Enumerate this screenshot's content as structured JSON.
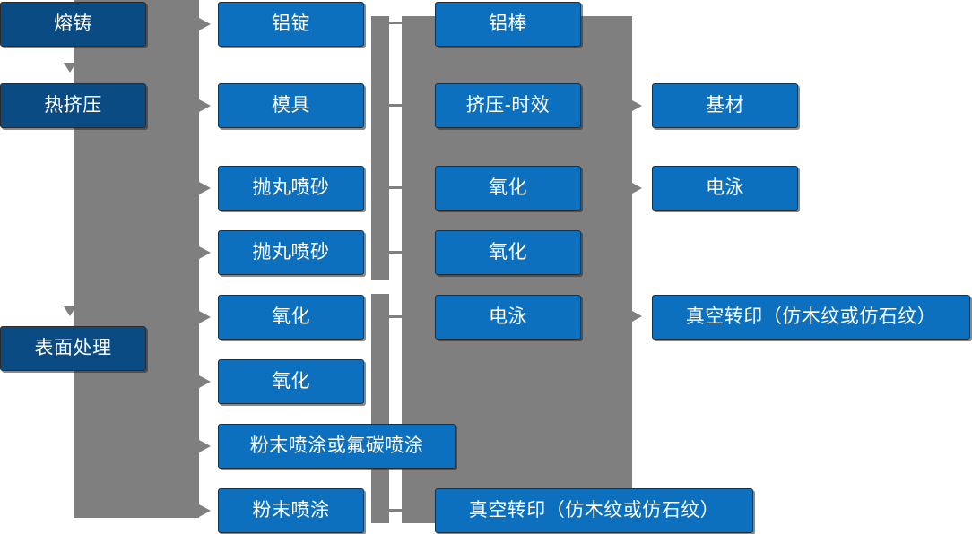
{
  "diagram": {
    "type": "flowchart",
    "title": "",
    "colors": {
      "stage_box": "#0A4B83",
      "process_box": "#0C70BE",
      "connector": "#7F7F7F",
      "box_border": "#2B2B2B",
      "text": "#FFFFFF",
      "background": "#FFFFFF"
    },
    "columns": [
      {
        "name": "stages",
        "nodes": [
          {
            "id": "stage-melt-cast",
            "label": "熔铸"
          },
          {
            "id": "stage-hot-extrusion",
            "label": "热挤压"
          },
          {
            "id": "stage-surface-treatment",
            "label": "表面处理"
          }
        ]
      },
      {
        "name": "inputs",
        "nodes": [
          {
            "id": "input-aluminum-ingot",
            "label": "铝锭"
          },
          {
            "id": "input-mold",
            "label": "模具"
          },
          {
            "id": "input-shot-blasting-1",
            "label": "抛丸喷砂"
          },
          {
            "id": "input-shot-blasting-2",
            "label": "抛丸喷砂"
          },
          {
            "id": "input-oxidation-1",
            "label": "氧化"
          },
          {
            "id": "input-oxidation-2",
            "label": "氧化"
          },
          {
            "id": "input-powder-or-fluorocarbon-coating",
            "label": "粉末喷涂或氟碳喷涂"
          },
          {
            "id": "input-powder-coating",
            "label": "粉末喷涂"
          }
        ]
      },
      {
        "name": "processes",
        "nodes": [
          {
            "id": "process-aluminum-bar",
            "label": "铝棒"
          },
          {
            "id": "process-extrusion-aging",
            "label": "挤压-时效"
          },
          {
            "id": "process-oxidation-1",
            "label": "氧化"
          },
          {
            "id": "process-oxidation-2",
            "label": "氧化"
          },
          {
            "id": "process-electrophoresis",
            "label": "电泳"
          },
          {
            "id": "process-vacuum-transfer",
            "label": "真空转印（仿木纹或仿石纹）"
          }
        ]
      },
      {
        "name": "outputs",
        "nodes": [
          {
            "id": "output-substrate",
            "label": "基材"
          },
          {
            "id": "output-electrophoresis",
            "label": "电泳"
          },
          {
            "id": "output-vacuum-transfer",
            "label": "真空转印（仿木纹或仿石纹）"
          }
        ]
      }
    ]
  }
}
